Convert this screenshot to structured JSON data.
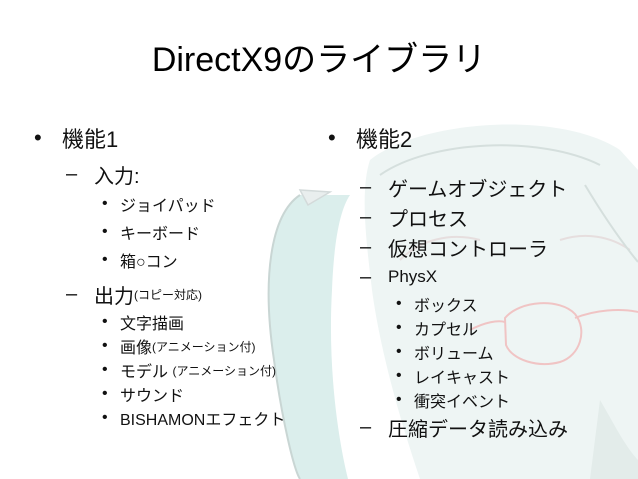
{
  "slide": {
    "title": "DirectX9のライブラリ",
    "left": {
      "heading_bullet": "•",
      "heading": "機能1",
      "groups": [
        {
          "dash": "–",
          "label": "入力:",
          "items": [
            "ジョイパッド",
            "キーボード",
            "箱○コン"
          ]
        },
        {
          "dash": "–",
          "label": "出力",
          "label_note": "(コピー対応)",
          "items": [
            {
              "text": "文字描画",
              "note": ""
            },
            {
              "text": "画像",
              "note": "(アニメーション付)"
            },
            {
              "text": "モデル ",
              "note": "(アニメーション付)"
            },
            {
              "text": "サウンド",
              "note": ""
            },
            {
              "text": "BISHAMONエフェクト",
              "note": ""
            }
          ]
        }
      ]
    },
    "right": {
      "heading_bullet": "•",
      "heading": "機能2",
      "items": [
        "ゲームオブジェクト",
        "プロセス",
        "仮想コントローラ",
        "PhysX"
      ],
      "physx_items": [
        "ボックス",
        "カプセル",
        "ボリューム",
        "レイキャスト",
        "衝突イベント"
      ],
      "last_item": "圧縮データ読み込み"
    },
    "marks": {
      "bullet": "•",
      "dash": "–"
    }
  },
  "colors": {
    "background": "#ffffff",
    "text": "#111111",
    "art_hair": "#dbeeec",
    "art_line": "#c9d6d4",
    "art_glasses": "#f2c8c8"
  }
}
